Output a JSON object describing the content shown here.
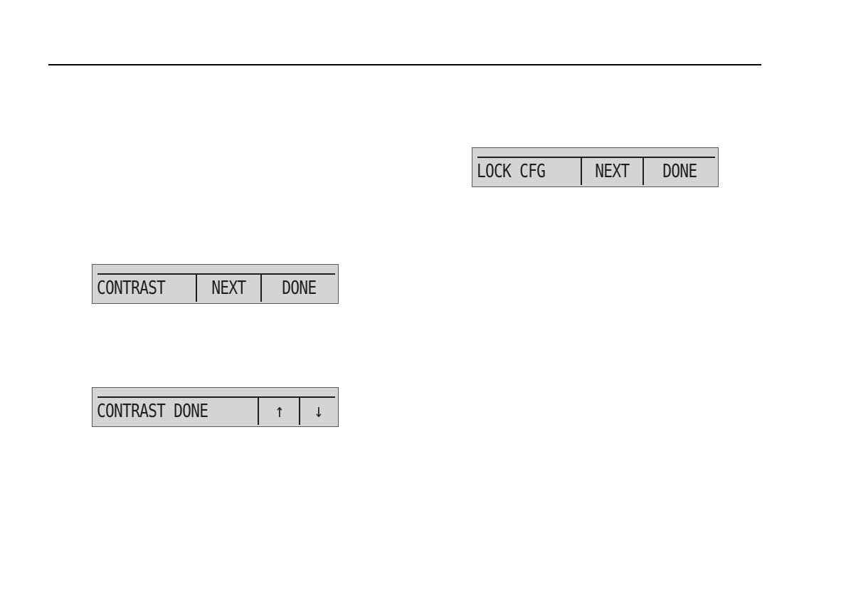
{
  "lcd_panels": [
    {
      "name": "lock-cfg-menu",
      "cells": [
        "LOCK CFG",
        "NEXT",
        "DONE"
      ]
    },
    {
      "name": "contrast-menu",
      "cells": [
        "CONTRAST",
        "NEXT",
        "DONE"
      ]
    },
    {
      "name": "contrast-adjust-menu",
      "cells": [
        "CONTRAST DONE",
        "↑",
        "↓"
      ]
    }
  ]
}
